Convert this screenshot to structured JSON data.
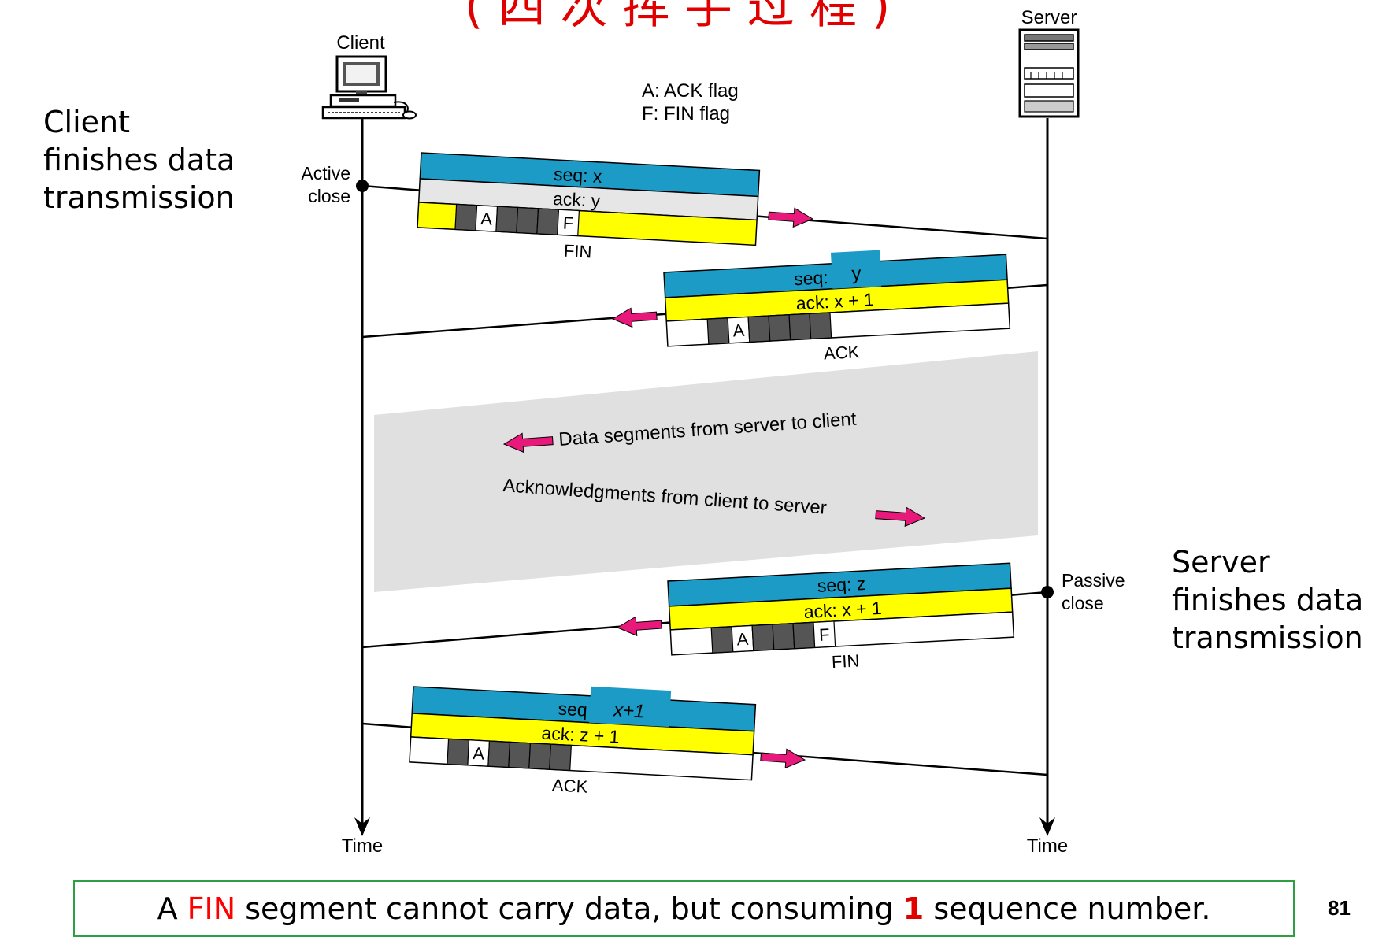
{
  "title_fragment": "( 四 次 挥 手 过 程 )",
  "hosts": {
    "client": "Client",
    "server": "Server"
  },
  "legend": {
    "ack_flag": "A: ACK flag",
    "fin_flag": "F: FIN flag"
  },
  "timeline": {
    "client_time": "Time",
    "server_time": "Time"
  },
  "events": {
    "active_close": [
      "Active",
      "close"
    ],
    "passive_close": [
      "Passive",
      "close"
    ]
  },
  "side_notes": {
    "client": [
      "Client",
      "finishes data",
      "transmission"
    ],
    "server": [
      "Server",
      "finishes data",
      "transmission"
    ]
  },
  "segments": [
    {
      "seq": "seq: x",
      "ack": "ack: y",
      "flag_a": "A",
      "flag_f": "F",
      "type": "FIN"
    },
    {
      "seq": "seq:",
      "seq_value": "y",
      "ack": "ack: x + 1",
      "flag_a": "A",
      "type": "ACK"
    },
    {
      "seq": "seq: z",
      "ack": "ack: x + 1",
      "flag_a": "A",
      "flag_f": "F",
      "type": "FIN"
    },
    {
      "seq": "seq",
      "seq_value": "x+1",
      "ack": "ack: z + 1",
      "flag_a": "A",
      "type": "ACK"
    }
  ],
  "data_transfer": {
    "server_to_client": "Data segments from server to client",
    "client_to_server": "Acknowledgments from client to server"
  },
  "footer": {
    "prefix": "A ",
    "fin": "FIN",
    "middle": " segment cannot carry data, but consuming ",
    "number": "1",
    "suffix": " sequence number."
  },
  "page_number": "81",
  "colors": {
    "header_blue": "#1b9bc6",
    "field_yellow": "#ffff00",
    "field_gray": "#e6e6e6",
    "arrow_magenta": "#e8197a",
    "shade_gray": "#e0e0e0",
    "footer_border": "#2ea043"
  }
}
